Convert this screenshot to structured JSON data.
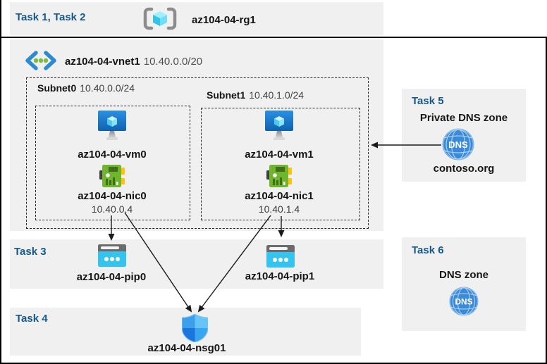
{
  "diagram": {
    "header": {
      "tasks_label": "Task 1, Task 2",
      "resource_group": "az104-04-rg1"
    },
    "vnet": {
      "name": "az104-04-vnet1",
      "cidr": "10.40.0.0/20"
    },
    "subnets": [
      {
        "name": "Subnet0",
        "cidr": "10.40.0.0/24",
        "vm": "az104-04-vm0",
        "nic": "az104-04-nic0",
        "ip": "10.40.0.4"
      },
      {
        "name": "Subnet1",
        "cidr": "10.40.1.0/24",
        "vm": "az104-04-vm1",
        "nic": "az104-04-nic1",
        "ip": "10.40.1.4"
      }
    ],
    "task3": {
      "label": "Task 3",
      "pip0": "az104-04-pip0",
      "pip1": "az104-04-pip1"
    },
    "task4": {
      "label": "Task 4",
      "nsg": "az104-04-nsg01"
    },
    "task5": {
      "label": "Task 5",
      "title": "Private DNS zone",
      "zone": "contoso.org",
      "icon_text": "DNS"
    },
    "task6": {
      "label": "Task 6",
      "title": "DNS zone",
      "icon_text": "DNS"
    },
    "colors": {
      "task_label_blue": "#15598C",
      "band_gray": "#F0F0F0",
      "vm_blue": "#1778CE",
      "nic_green": "#6FB52E",
      "pip_cyan": "#35C4F0",
      "dns_blue": "#3B8AD8",
      "vnet_chevron_blue": "#2E8BD0",
      "dot_green": "#7DBB42"
    }
  }
}
